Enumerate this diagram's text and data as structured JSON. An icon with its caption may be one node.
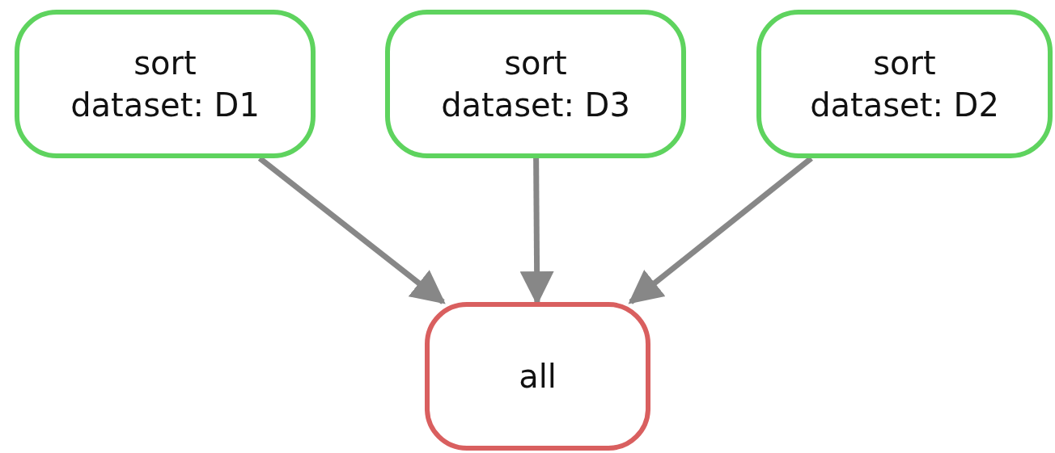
{
  "diagram": {
    "nodes": [
      {
        "text": [
          "sort",
          "dataset: D1"
        ]
      },
      {
        "text": [
          "sort",
          "dataset: D3"
        ]
      },
      {
        "text": [
          "sort",
          "dataset: D2"
        ]
      },
      {
        "text": [
          "all"
        ]
      }
    ],
    "edges": [
      {
        "from": 0,
        "to": 3,
        "arrow": "to"
      },
      {
        "from": 1,
        "to": 3,
        "arrow": "to"
      },
      {
        "from": 2,
        "to": 3,
        "arrow": "to"
      }
    ]
  }
}
